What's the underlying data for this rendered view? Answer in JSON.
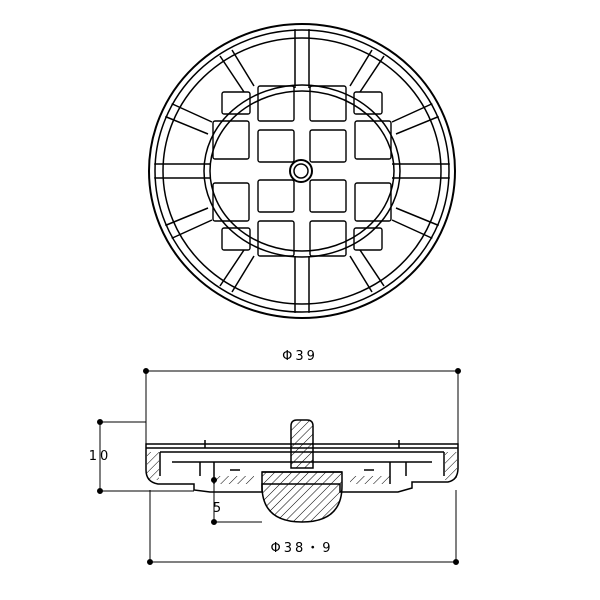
{
  "dimensions": {
    "outer_diameter": "Φ39",
    "height": "10",
    "depth": "5",
    "inner_diameter": "Φ38・9"
  },
  "colors": {
    "line": "#000000",
    "background": "#ffffff"
  }
}
